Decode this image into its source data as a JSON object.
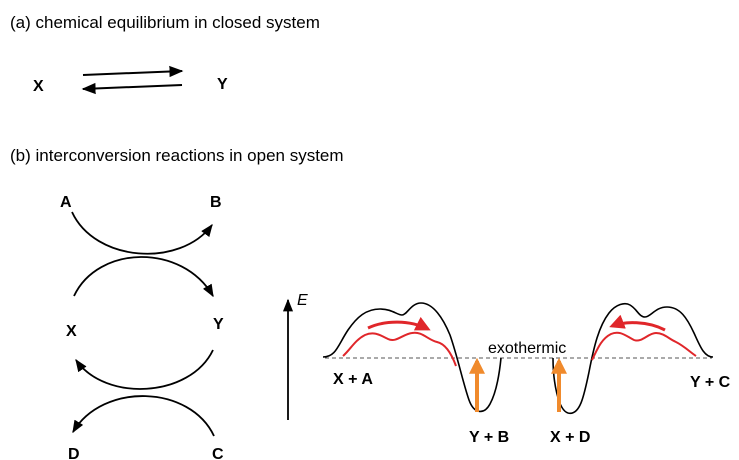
{
  "panel_a": {
    "caption": "(a) chemical equilibrium in closed system",
    "left_species": "X",
    "right_species": "Y"
  },
  "panel_b": {
    "caption": "(b) interconversion reactions in open system",
    "cycle": {
      "top_left": "A",
      "top_right": "B",
      "middle_left": "X",
      "middle_right": "Y",
      "bottom_left": "D",
      "bottom_right": "C"
    },
    "energy_axis_label": "E",
    "energy_profile": {
      "label_left_start": "X + A",
      "label_left_end": "Y + B",
      "label_right_start": "X + D",
      "label_right_end": "Y + C",
      "middle_note": "exothermic"
    }
  },
  "colors": {
    "line": "#000000",
    "red_path": "#e0262a",
    "orange_arrow": "#f08a2c",
    "dashed": "#555555"
  }
}
